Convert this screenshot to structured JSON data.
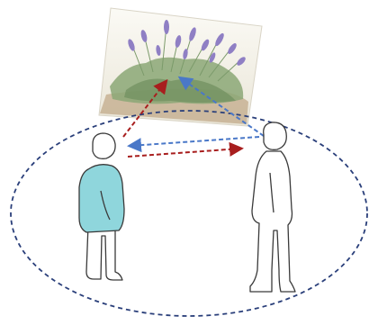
{
  "diagram": {
    "colors": {
      "ellipse_outline": "#2a3f7a",
      "red_arrows": "#a81e1e",
      "blue_arrows": "#4a78c8",
      "child_shirt": "#8fd6dc",
      "figure_outline": "#3a3a3a",
      "photo_background": "#f4f2ea",
      "lavender_flowers": "#8f7fc4",
      "foliage": "#7f9a6a",
      "soil": "#b79a7a"
    },
    "elements": [
      "lavender-photo",
      "joint-attention-ellipse",
      "child-figure",
      "adult-figure"
    ],
    "arrows": [
      {
        "from": "child",
        "to": "photo",
        "color": "red"
      },
      {
        "from": "child",
        "to": "adult",
        "color": "red"
      },
      {
        "from": "adult",
        "to": "photo",
        "color": "blue"
      },
      {
        "from": "adult",
        "to": "child",
        "color": "blue"
      }
    ]
  }
}
